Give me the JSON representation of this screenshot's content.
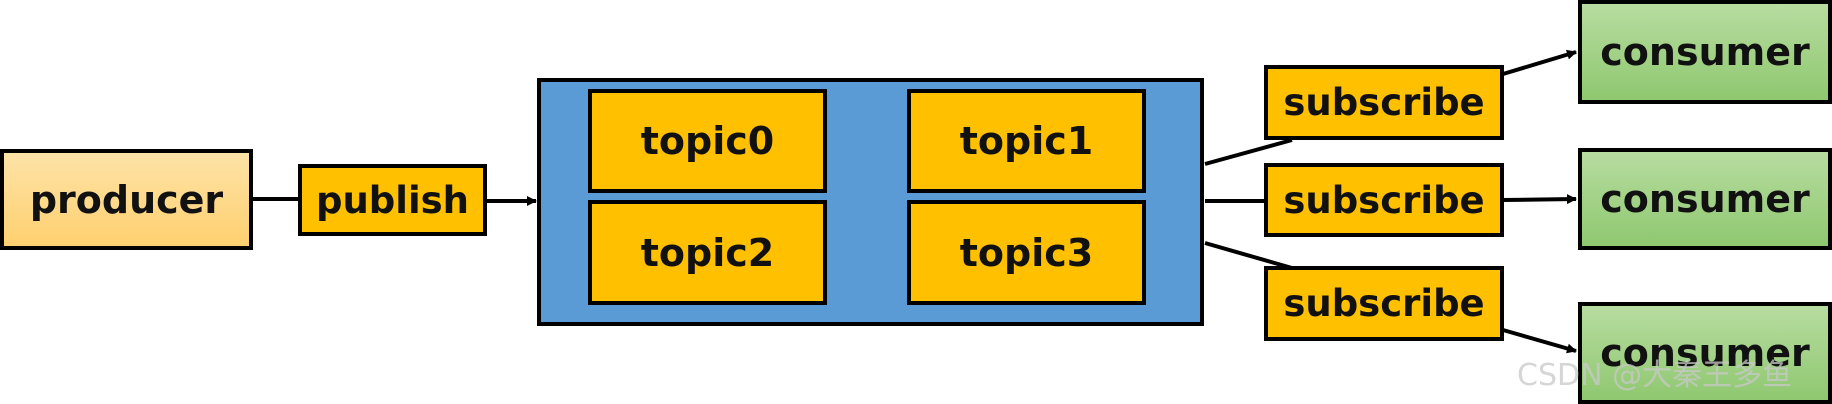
{
  "nodes": {
    "producer": "producer",
    "publish": "publish",
    "topics": [
      "topic0",
      "topic1",
      "topic2",
      "topic3"
    ],
    "subscribe": [
      "subscribe",
      "subscribe",
      "subscribe"
    ],
    "consumers": [
      "consumer",
      "consumer",
      "consumer"
    ]
  },
  "watermark": "CSDN @大秦王多鱼",
  "colors": {
    "producer": "#ffd580",
    "label_box": "#ffc000",
    "broker": "#5b9bd5",
    "consumer": "#a9d18e",
    "border": "#000000"
  }
}
